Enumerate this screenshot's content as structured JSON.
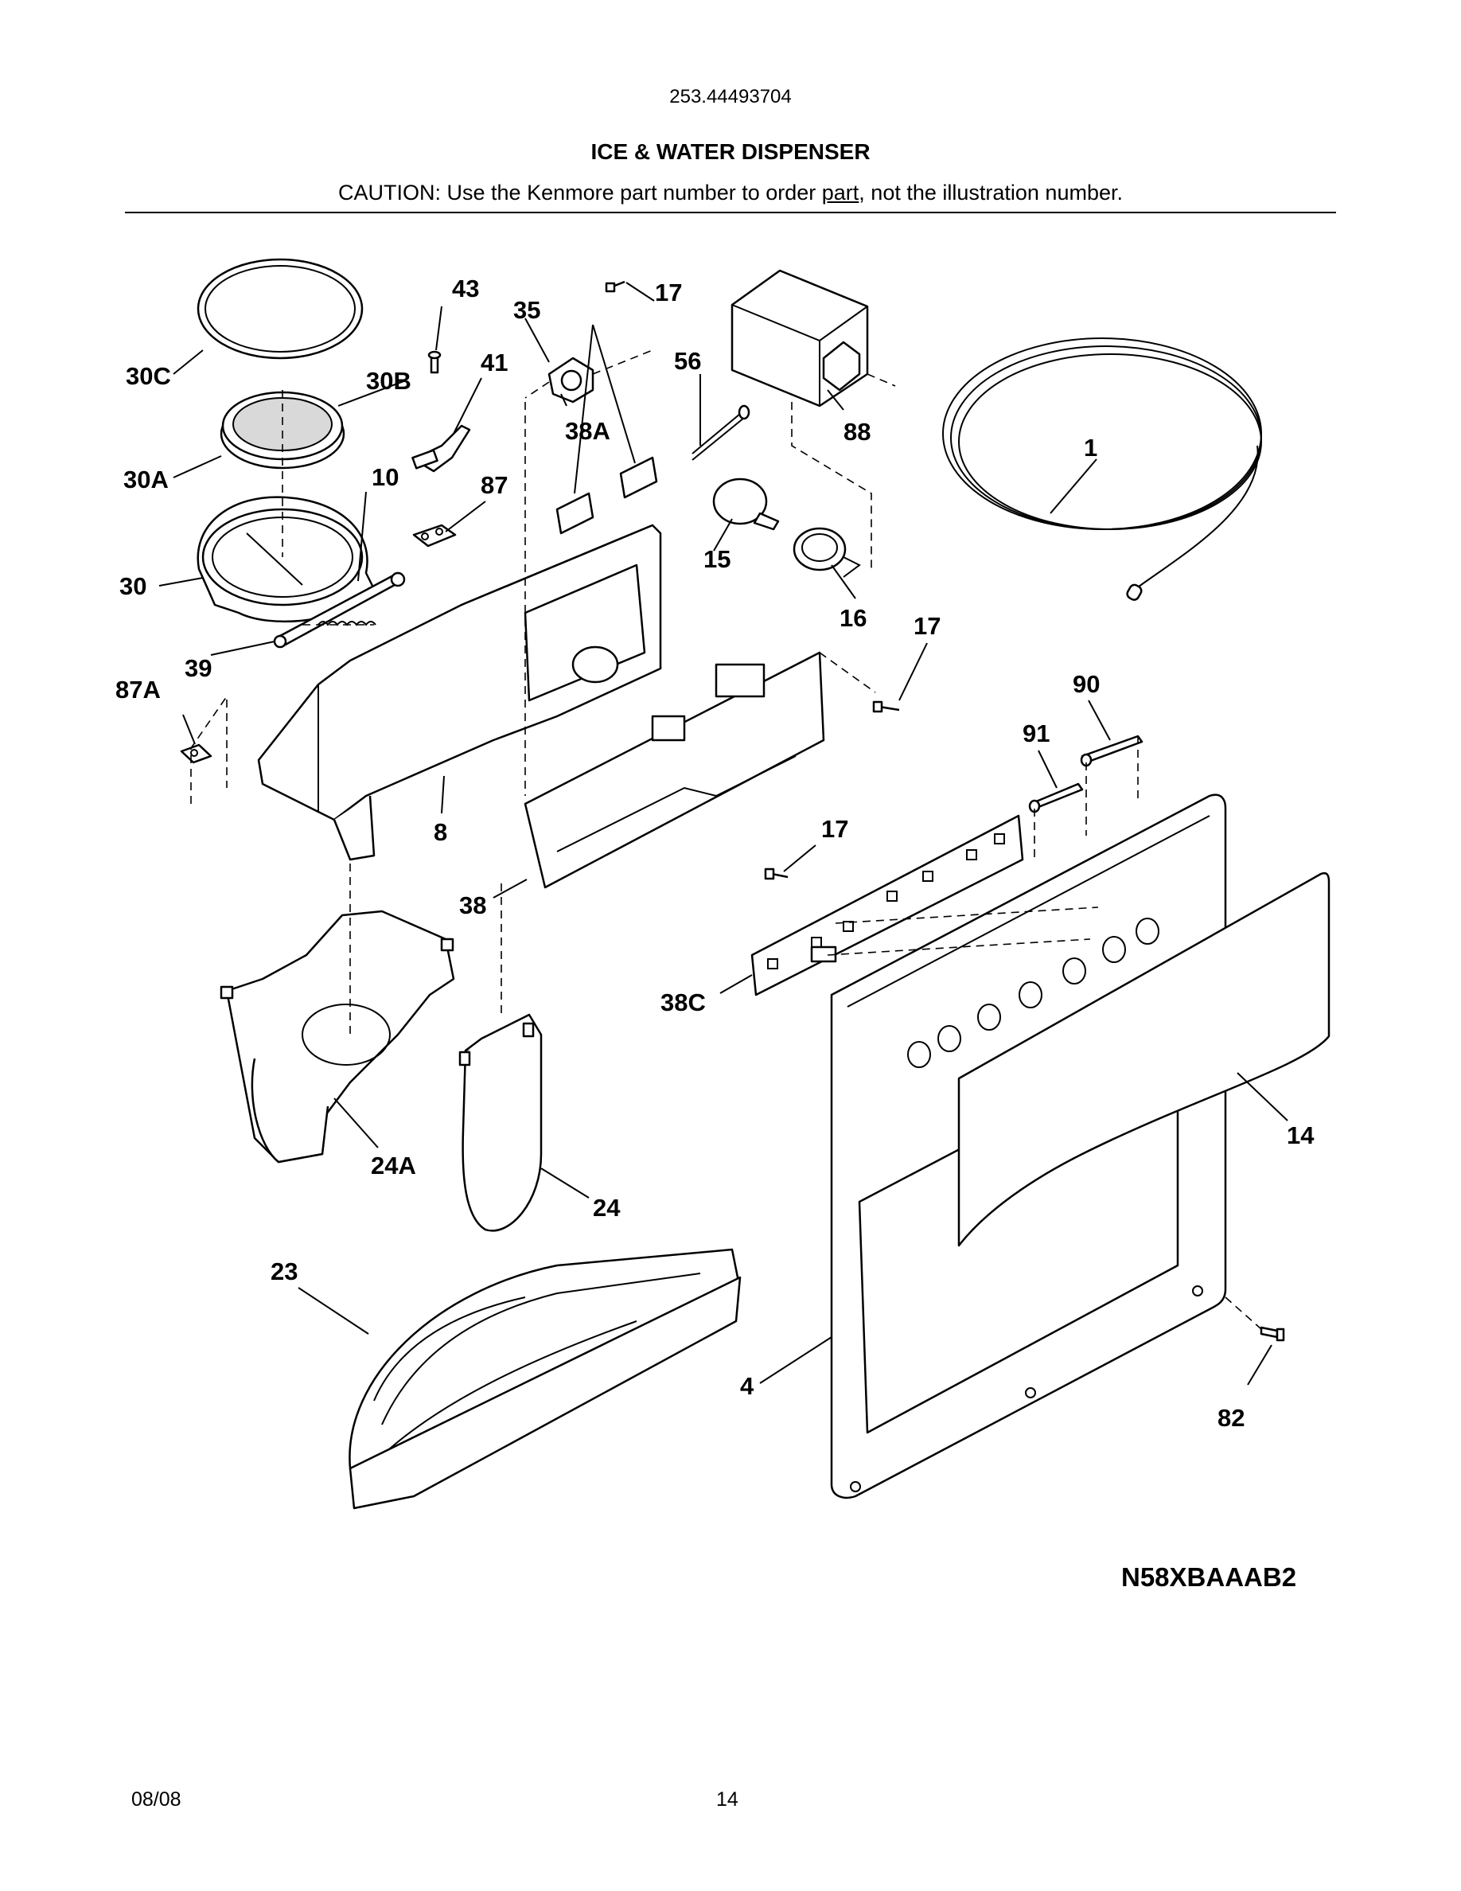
{
  "header": {
    "model_number": "253.44493704",
    "title": "ICE & WATER DISPENSER",
    "caution_before": "CAUTION: Use the Kenmore part number to order ",
    "caution_underlined": "part",
    "caution_after": ", not the illustration number."
  },
  "diagram": {
    "code": "N58XBAAAB2",
    "callouts": [
      "43",
      "17",
      "35",
      "56",
      "30C",
      "30B",
      "41",
      "38A",
      "88",
      "1",
      "30A",
      "10",
      "87",
      "15",
      "30",
      "16",
      "17",
      "39",
      "90",
      "87A",
      "91",
      "8",
      "17",
      "38",
      "38C",
      "14",
      "24A",
      "24",
      "23",
      "4",
      "82"
    ]
  },
  "footer": {
    "date": "08/08",
    "page": "14"
  }
}
